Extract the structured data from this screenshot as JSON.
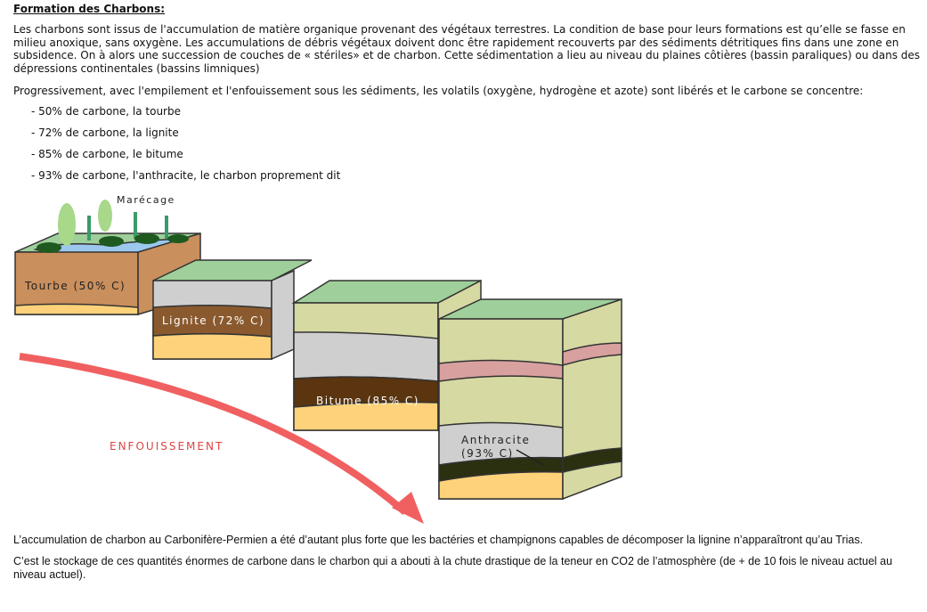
{
  "title": "Formation des Charbons:",
  "paragraphs": [
    "Les charbons sont issus de l'accumulation de matière organique provenant des végétaux terrestres. La condition de base pour leurs formations est qu’elle se fasse en milieu anoxique, sans oxygène. Les accumulations de débris végétaux doivent donc être rapidement recouverts par des sédiments détritiques fins dans une zone en subsidence. On à alors une succession de couches de « stériles» et de charbon. Cette sédimentation a lieu au niveau du plaines côtières (bassin paraliques) ou dans des dépressions continentales (bassins limniques)",
    "Progressivement, avec l'empilement et l'enfouissement sous les sédiments, les volatils (oxygène, hydrogène et azote) sont libérés et le carbone se concentre:"
  ],
  "list": [
    "- 50% de carbone, la tourbe",
    "- 72% de carbone, la lignite",
    "- 85% de carbone, le bitume",
    "- 93% de carbone, l'anthracite, le charbon proprement dit"
  ],
  "diagram": {
    "marecage": "Marécage",
    "tourbe": "Tourbe (50% C)",
    "lignite": "Lignite (72% C)",
    "bitume": "Bitume (85% C)",
    "anthracite_1": "Anthracite",
    "anthracite_2": "(93% C)",
    "arrow_label": "ENFOUISSEMENT",
    "colors": {
      "arrow": "#f06060",
      "peat": "#c98f5c",
      "water": "#9cc8ee",
      "grass": "#9fcf9a",
      "grey": "#cfcfcf",
      "sand": "#fdd27a",
      "lignite": "#8a5a2e",
      "bitume": "#5a3510",
      "khaki": "#d6d9a2",
      "pink": "#d9a0a0",
      "anthracite": "#2a3010"
    }
  },
  "bottom_paragraphs": [
    "L’accumulation de charbon au Carbonifère-Permien a été d’autant plus forte que les bactéries et champignons capables de décomposer la lignine n’apparaîtront qu’au Trias.",
    "C’est le stockage de ces quantités énormes de carbone dans le charbon qui a abouti à la chute drastique de la teneur en CO2 de l’atmosphère (de + de 10 fois le niveau actuel au niveau actuel)."
  ]
}
